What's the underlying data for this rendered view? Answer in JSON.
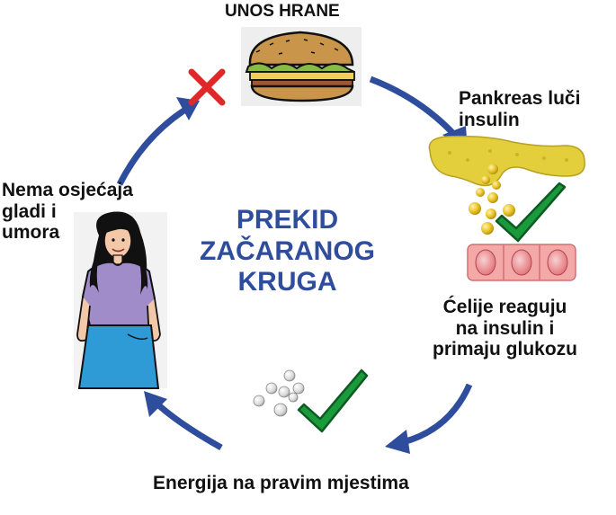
{
  "labels": {
    "food_intake": "UNOS HRANE",
    "pancreas": [
      "Pankreas luči",
      "insulin"
    ],
    "cells": [
      "Ćelije reaguju",
      "na insulin i",
      "primaju glukozu"
    ],
    "energy": "Energija na pravim mjestima",
    "no_hunger": [
      "Nema osjećaja",
      "gladi i",
      "umora"
    ],
    "center_title": [
      "PREKID",
      "ZAČARANOG",
      "KRUGA"
    ]
  },
  "colors": {
    "arrow_blue": "#2e4d9c",
    "title_blue": "#2e4d9c",
    "check_green": "#1a9a3a",
    "cross_red": "#e0282a",
    "pancreas_yellow": "#e3cf3c",
    "insulin_gold": "#e8c020",
    "cell_pink": "#f4a9a9",
    "shirt_purple": "#a08cc8",
    "skirt_blue": "#2e9ad6"
  },
  "icons": [
    "sandwich-icon",
    "cross-icon",
    "pancreas-icon",
    "check-icon",
    "cells-icon",
    "glucose-dots-icon",
    "woman-icon"
  ]
}
